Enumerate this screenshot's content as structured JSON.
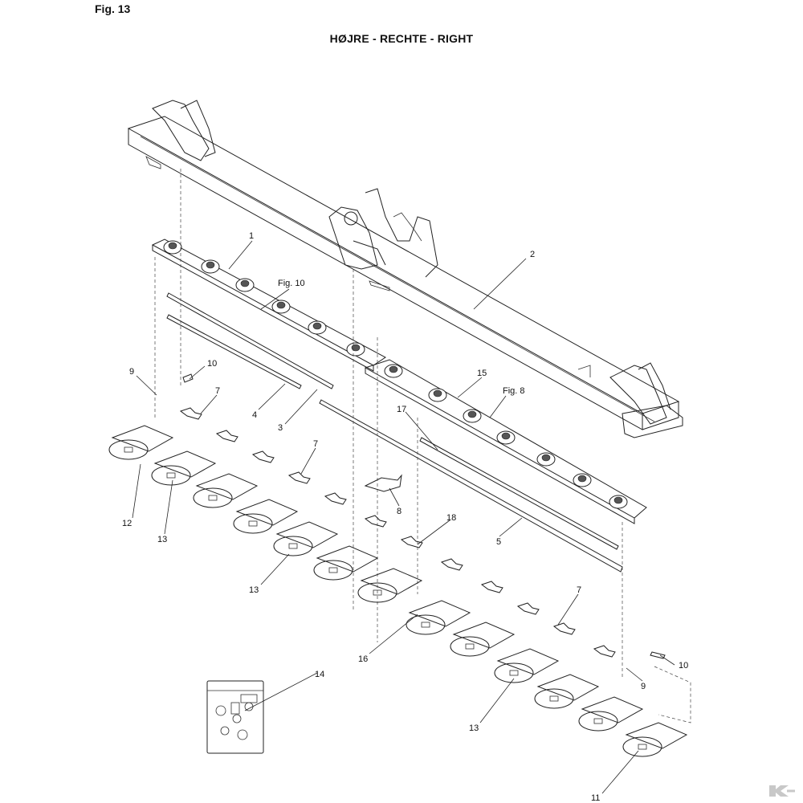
{
  "figure_label": "Fig. 13",
  "title": "HØJRE - RECHTE - RIGHT",
  "callouts": [
    {
      "id": "c-1",
      "text": "1"
    },
    {
      "id": "c-2",
      "text": "2"
    },
    {
      "id": "c-fig10",
      "text": "Fig. 10"
    },
    {
      "id": "c-9a",
      "text": "9"
    },
    {
      "id": "c-10a",
      "text": "10"
    },
    {
      "id": "c-7a",
      "text": "7"
    },
    {
      "id": "c-4",
      "text": "4"
    },
    {
      "id": "c-3",
      "text": "3"
    },
    {
      "id": "c-15",
      "text": "15"
    },
    {
      "id": "c-fig8",
      "text": "Fig. 8"
    },
    {
      "id": "c-17",
      "text": "17"
    },
    {
      "id": "c-7b",
      "text": "7"
    },
    {
      "id": "c-8",
      "text": "8"
    },
    {
      "id": "c-18",
      "text": "18"
    },
    {
      "id": "c-5",
      "text": "5"
    },
    {
      "id": "c-12",
      "text": "12"
    },
    {
      "id": "c-13a",
      "text": "13"
    },
    {
      "id": "c-13b",
      "text": "13"
    },
    {
      "id": "c-7c",
      "text": "7"
    },
    {
      "id": "c-16",
      "text": "16"
    },
    {
      "id": "c-14",
      "text": "14"
    },
    {
      "id": "c-10b",
      "text": "10"
    },
    {
      "id": "c-9b",
      "text": "9"
    },
    {
      "id": "c-13c",
      "text": "13"
    },
    {
      "id": "c-11",
      "text": "11"
    }
  ]
}
